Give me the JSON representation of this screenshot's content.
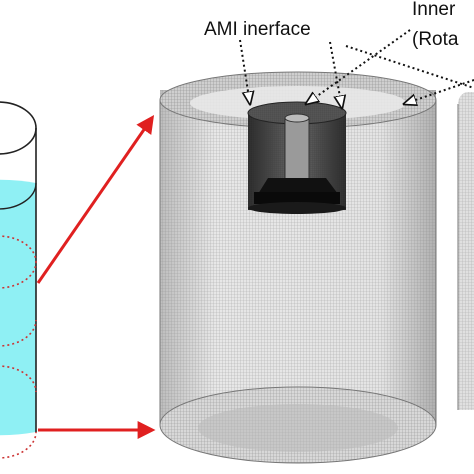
{
  "labels": {
    "ami": "AMI inerface",
    "inner_line1": "Inner",
    "inner_line2": "(Rota"
  },
  "colors": {
    "fluid": "#8ff0f4",
    "arrow": "#e02020",
    "mesh": "#8a8a8a",
    "rotor_dark": "#1e1e1e",
    "outline": "#222222"
  },
  "icons": [
    "red-arrow",
    "dotted-pointer",
    "mesh-cylinder",
    "rotating-zone"
  ]
}
